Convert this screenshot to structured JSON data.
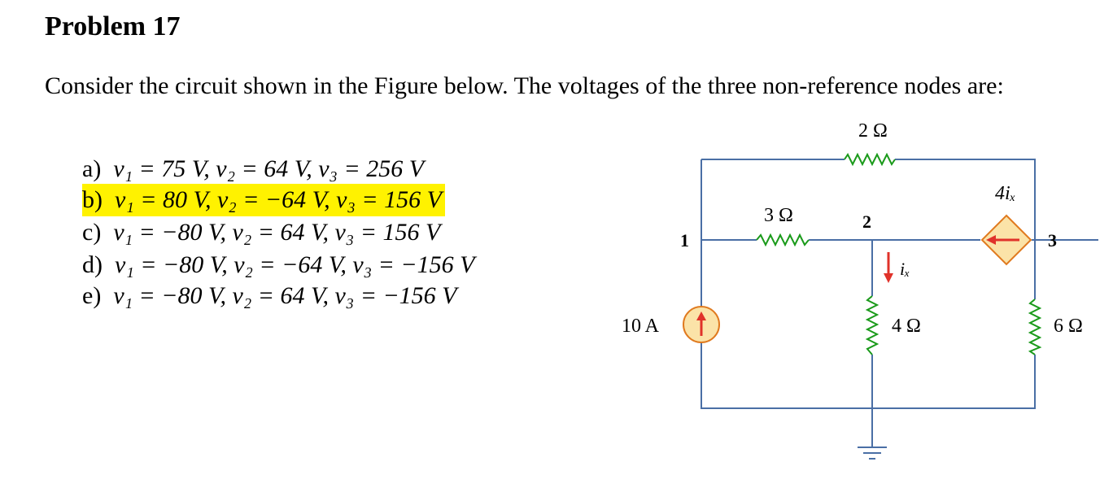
{
  "problem": {
    "title": "Problem 17",
    "intro": "Consider the circuit shown in the Figure below. The voltages of the three non-reference nodes are:"
  },
  "options": [
    {
      "letter": "a)",
      "text": "v₁ = 75 V,  v₂ = 64 V, v₃ = 256 V",
      "highlighted": false
    },
    {
      "letter": "b)",
      "text": "v₁ = 80 V, v₂ = −64 V, v₃ = 156 V",
      "highlighted": true
    },
    {
      "letter": "c)",
      "text": "v₁ = −80 V, v₂ = 64 V, v₃ = 156 V",
      "highlighted": false
    },
    {
      "letter": "d)",
      "text": "v₁ = −80 V, v₂ = −64 V, v₃ = −156 V",
      "highlighted": false
    },
    {
      "letter": "e)",
      "text": "v₁ = −80 V, v₂ = 64 V, v₃ = −156 V",
      "highlighted": false
    }
  ],
  "circuit": {
    "r_top": "2 Ω",
    "r_left": "3 Ω",
    "r_mid": "4 Ω",
    "r_right": "6 Ω",
    "source_current": "10 A",
    "dep_source": "4iₓ",
    "current_label": "iₓ",
    "node1": "1",
    "node2": "2",
    "node3": "3",
    "colors": {
      "resistor": "#1a9a1a",
      "source_fill": "#fbe3a8",
      "source_stroke": "#e07a1f",
      "arrow": "#e0322a",
      "wire": "#4a6fa5",
      "highlight": "#fff200"
    }
  }
}
